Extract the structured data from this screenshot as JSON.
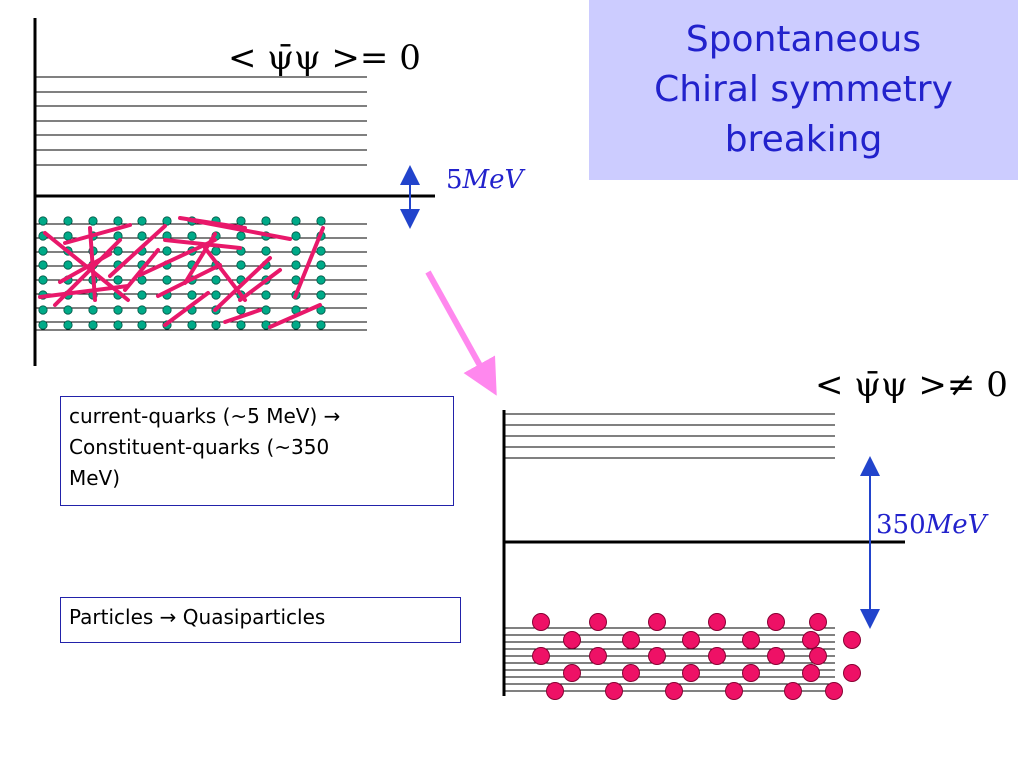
{
  "title": {
    "lines": [
      "Spontaneous",
      "Chiral symmetry",
      "breaking"
    ]
  },
  "top_diagram": {
    "condensate": "< ψ̄ψ >= 0",
    "gap_value": "5",
    "gap_unit": "MeV"
  },
  "bottom_diagram": {
    "condensate": "< ψ̄ψ >≠ 0",
    "gap_value": "350",
    "gap_unit": "MeV"
  },
  "box1": {
    "line1": "current-quarks (~5 MeV) →",
    "line2": "Constituent-quarks (~350",
    "line3": "MeV)"
  },
  "box2": {
    "text": "Particles → Quasiparticles"
  },
  "colors": {
    "title_bg": "#ccccff",
    "title_text": "#2222cc",
    "green_dot": "#00aa88",
    "red_line": "#e8186a",
    "pink_dot": "#ee1166",
    "arrow_pink": "#ff88ee",
    "arrow_blue": "#2244cc"
  }
}
